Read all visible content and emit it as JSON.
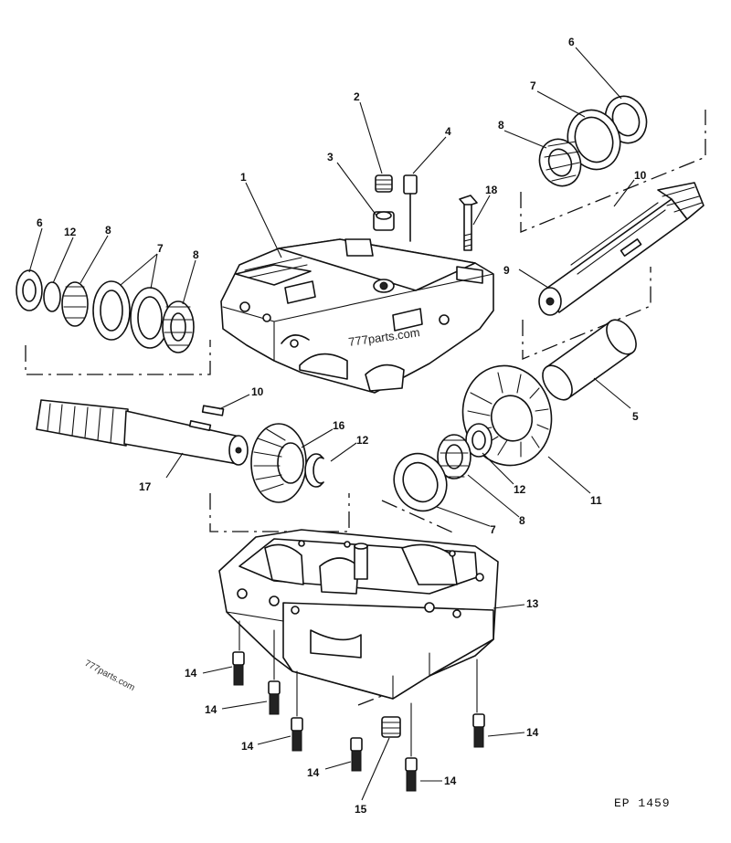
{
  "callouts": [
    "1",
    "2",
    "3",
    "4",
    "5",
    "6",
    "6",
    "7",
    "7",
    "7",
    "8",
    "8",
    "8",
    "9",
    "10",
    "10",
    "11",
    "12",
    "12",
    "12",
    "13",
    "14",
    "14",
    "14",
    "14",
    "14",
    "14",
    "15",
    "16",
    "17",
    "18"
  ],
  "watermarks": {
    "center": "777parts.com",
    "left": "777parts.com"
  },
  "figure_code": "EP 1459"
}
